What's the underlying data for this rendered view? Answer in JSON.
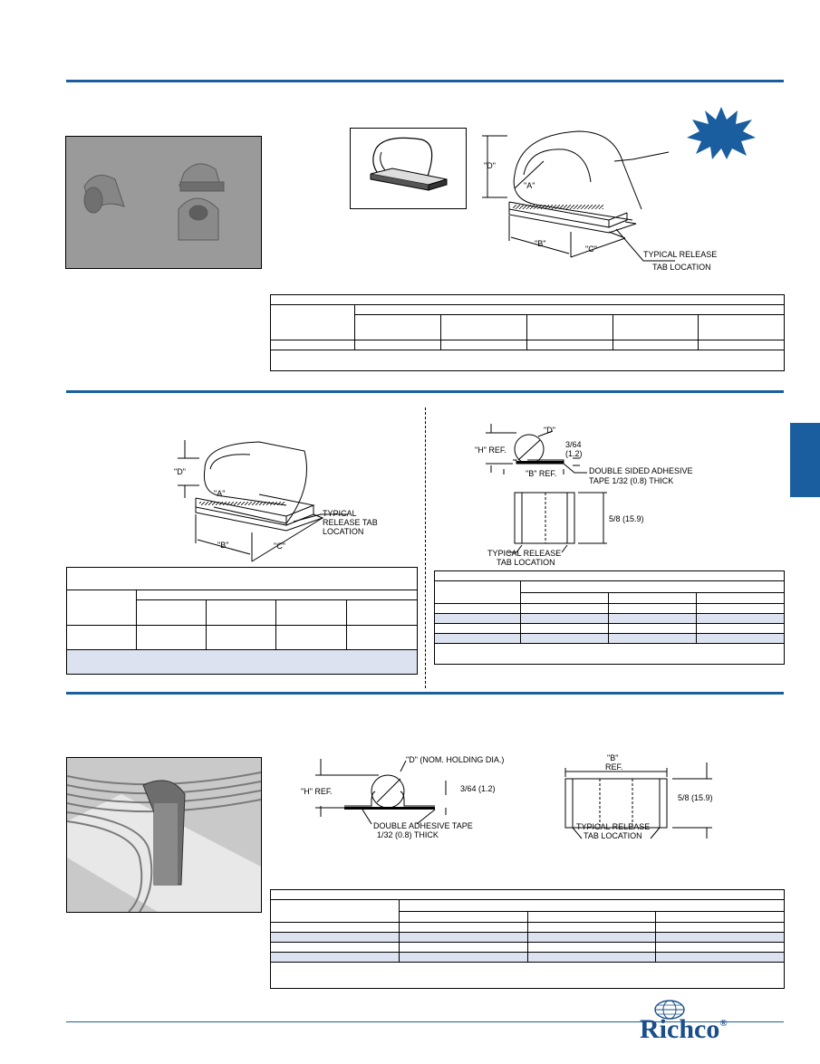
{
  "diagrams": {
    "top_iso": {
      "dim_d": "\"D\"",
      "dim_a": "\"A\"",
      "dim_b": "\"B\"",
      "dim_c": "\"C\"",
      "callout_1": "TYPICAL RELEASE",
      "callout_2": "TAB LOCATION"
    },
    "mid_left_iso": {
      "dim_d": "\"D\"",
      "dim_a": "\"A\"",
      "dim_b": "\"B\"",
      "dim_c": "\"C\"",
      "callout_1": "TYPICAL",
      "callout_2": "RELEASE TAB",
      "callout_3": "LOCATION"
    },
    "mid_right": {
      "dim_d": "\"D\"",
      "dim_h": "\"H\" REF.",
      "dim_b": "\"B\" REF.",
      "thick_1": "3/64",
      "thick_2": "(1.2)",
      "tape_1": "DOUBLE SIDED ADHESIVE",
      "tape_2": "TAPE 1/32 (0.8) THICK",
      "width": "5/8 (15.9)",
      "release_1": "TYPICAL RELEASE",
      "release_2": "TAB LOCATION"
    },
    "bottom": {
      "dim_d": "\"D\" (NOM. HOLDING DIA.)",
      "dim_h": "\"H\" REF.",
      "thick": "3/64 (1.2)",
      "tape_1": "DOUBLE ADHESIVE TAPE",
      "tape_2": "1/32 (0.8) THICK",
      "dim_b_1": "\"B\"",
      "dim_b_2": "REF.",
      "width": "5/8 (15.9)",
      "release_1": "TYPICAL RELEASE",
      "release_2": "TAB LOCATION"
    }
  },
  "logo": {
    "name": "Richco",
    "mark": "®"
  },
  "colors": {
    "accent": "#1a5e9f",
    "table_shade": "#dde2f0"
  }
}
